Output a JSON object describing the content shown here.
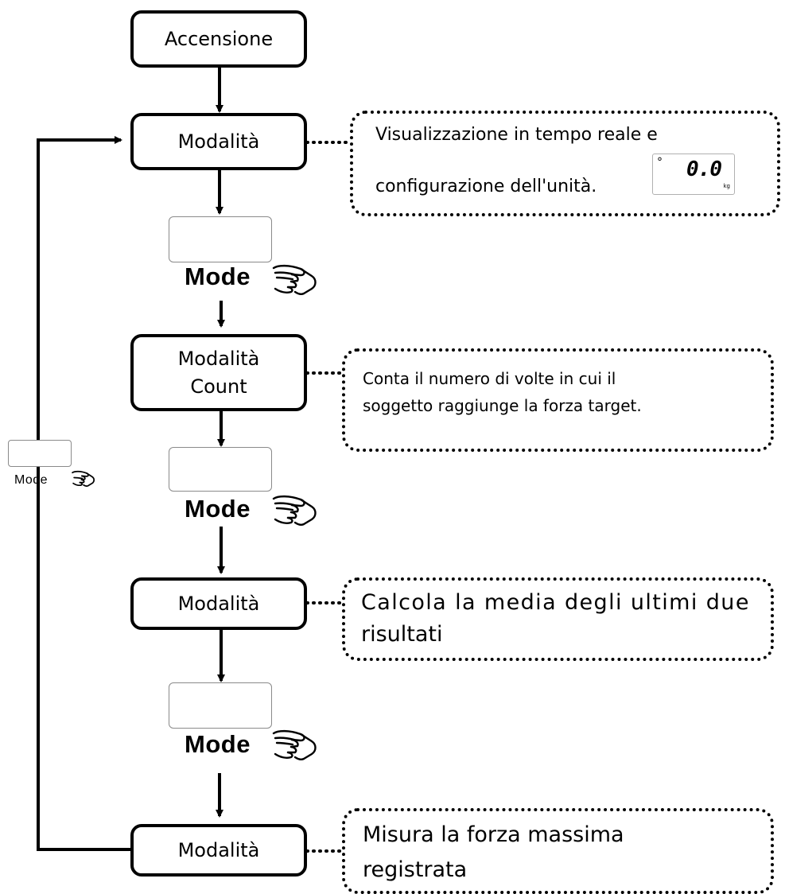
{
  "nodes": {
    "power_on": "Accensione",
    "mode1": "Modalità",
    "mode2_line1": "Modalità",
    "mode2_line2": "Count",
    "mode3": "Modalità",
    "mode4": "Modalità"
  },
  "notes": {
    "note1_line1": "Visualizzazione in tempo reale e",
    "note1_line2": "configurazione dell'unità.",
    "note2_line1": "Conta il numero di volte in cui il",
    "note2_line2": "soggetto raggiunge la forza target.",
    "note3_line1": "Calcola la media degli ultimi due",
    "note3_line2": "risultati",
    "note4_line1": "Misura la forza massima",
    "note4_line2": "registrata"
  },
  "display": {
    "degree": "°",
    "value": "0.0",
    "unit": "kg"
  },
  "mode_button_label": "Mode",
  "icons": {
    "hand": "hand-pointer-icon"
  }
}
